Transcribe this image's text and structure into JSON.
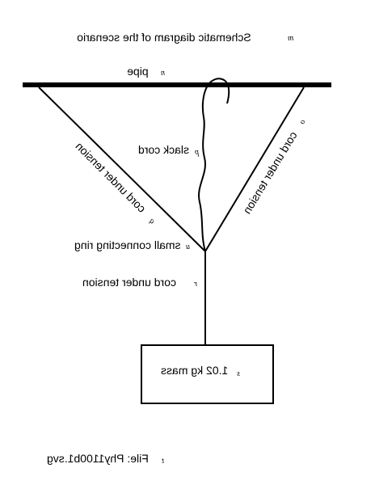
{
  "labels": {
    "title": {
      "tag": "m",
      "text": "Schematic diagram of the scenario"
    },
    "pipe": {
      "tag": "n",
      "text": "pipe"
    },
    "right_cord": {
      "tag": "o",
      "text": "cord under tension"
    },
    "slack_cord": {
      "tag": "p",
      "text": "slack cord"
    },
    "left_cord": {
      "tag": "q",
      "text": "cord under tension"
    },
    "ring": {
      "tag": "u",
      "text": "small connecting ring"
    },
    "vertical_cord": {
      "tag": "r",
      "text": "cord under tension"
    },
    "mass": {
      "tag": "s",
      "text": "1.02 kg mass"
    },
    "file": {
      "tag": "t",
      "text": "File: Phy1100b1.svg"
    }
  }
}
